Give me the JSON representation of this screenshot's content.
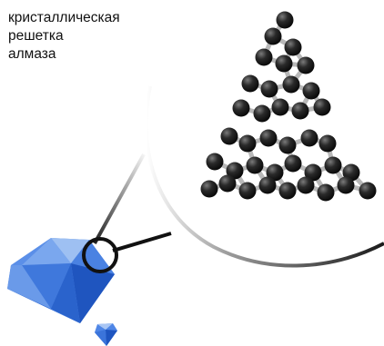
{
  "caption": {
    "lines": [
      "кристаллическая",
      "решетка",
      "алмаза"
    ]
  },
  "colors": {
    "atom": "#222222",
    "bond": "#b8b8b8",
    "diamond_light": "#8fb4ee",
    "diamond_mid": "#3f7be0",
    "diamond_dark": "#1a4fb8",
    "magnifier_ring": "#111111"
  },
  "icons": {
    "diamond": "diamond-gem-icon",
    "small_diamond": "small-diamond-icon",
    "magnifier": "magnifier-circle-icon"
  }
}
